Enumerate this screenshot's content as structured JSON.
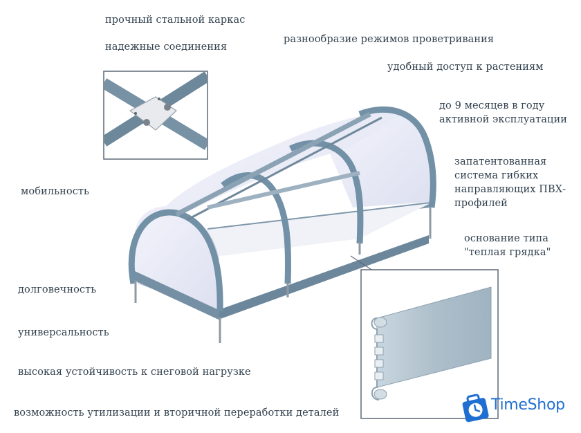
{
  "features": {
    "frame": "прочный стальной каркас",
    "joints": "надежные соединения",
    "ventilation": "разнообразие режимов проветривания",
    "access": "удобный доступ к растениям",
    "season": "до 9 месяцев в году\nактивной эксплуатации",
    "patent": "запатентованная\nсистема гибких\nнаправляющих ПВХ-\nпрофилей",
    "base": "основание типа\n\"теплая грядка\"",
    "mobility": "мобильность",
    "durability": "долговечность",
    "versatility": "универсальность",
    "snow": "высокая устойчивость к снеговой нагрузке",
    "recycling": "возможность утилизации и вторичной переработки деталей"
  },
  "logo": {
    "text": "TimeShop"
  },
  "colors": {
    "text": "#33424f",
    "frame": "#6f8aa0",
    "frame_dark": "#4a6477",
    "panel": "#e8ebf6",
    "brand": "#1f6fd1"
  }
}
